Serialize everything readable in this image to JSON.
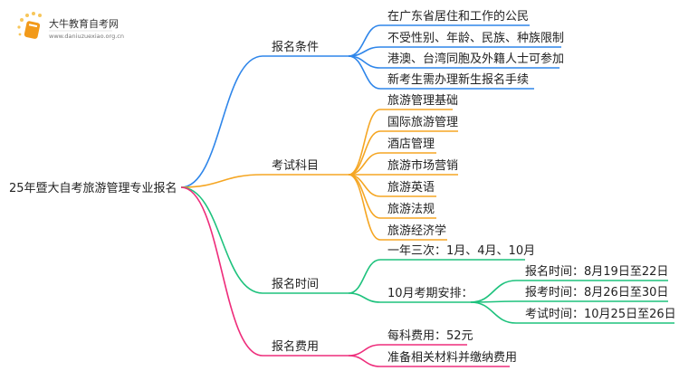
{
  "logo": {
    "title": "大牛教育自考网",
    "url": "www.daniuzuexiao.org.cn"
  },
  "root": "25年暨大自考旅游管理专业报名",
  "colors": {
    "blue": "#2f86ea",
    "orange": "#f5a623",
    "green": "#1ec27d",
    "pink": "#ee2d7b"
  },
  "branches": [
    {
      "label": "报名条件",
      "children": [
        "在广东省居住和工作的公民",
        "不受性别、年龄、民族、种族限制",
        "港澳、台湾同胞及外籍人士可参加",
        "新考生需办理新生报名手续"
      ]
    },
    {
      "label": "考试科目",
      "children": [
        "旅游管理基础",
        "国际旅游管理",
        "酒店管理",
        "旅游市场营销",
        "旅游英语",
        "旅游法规",
        "旅游经济学"
      ]
    },
    {
      "label": "报名时间",
      "children": [
        "一年三次：1月、4月、10月",
        "10月考期安排："
      ],
      "sub": [
        "报名时间：8月19日至22日",
        "报考时间：8月26日至30日",
        "考试时间：10月25日至26日"
      ]
    },
    {
      "label": "报名费用",
      "children": [
        "每科费用：52元",
        "准备相关材料并缴纳费用"
      ]
    }
  ]
}
